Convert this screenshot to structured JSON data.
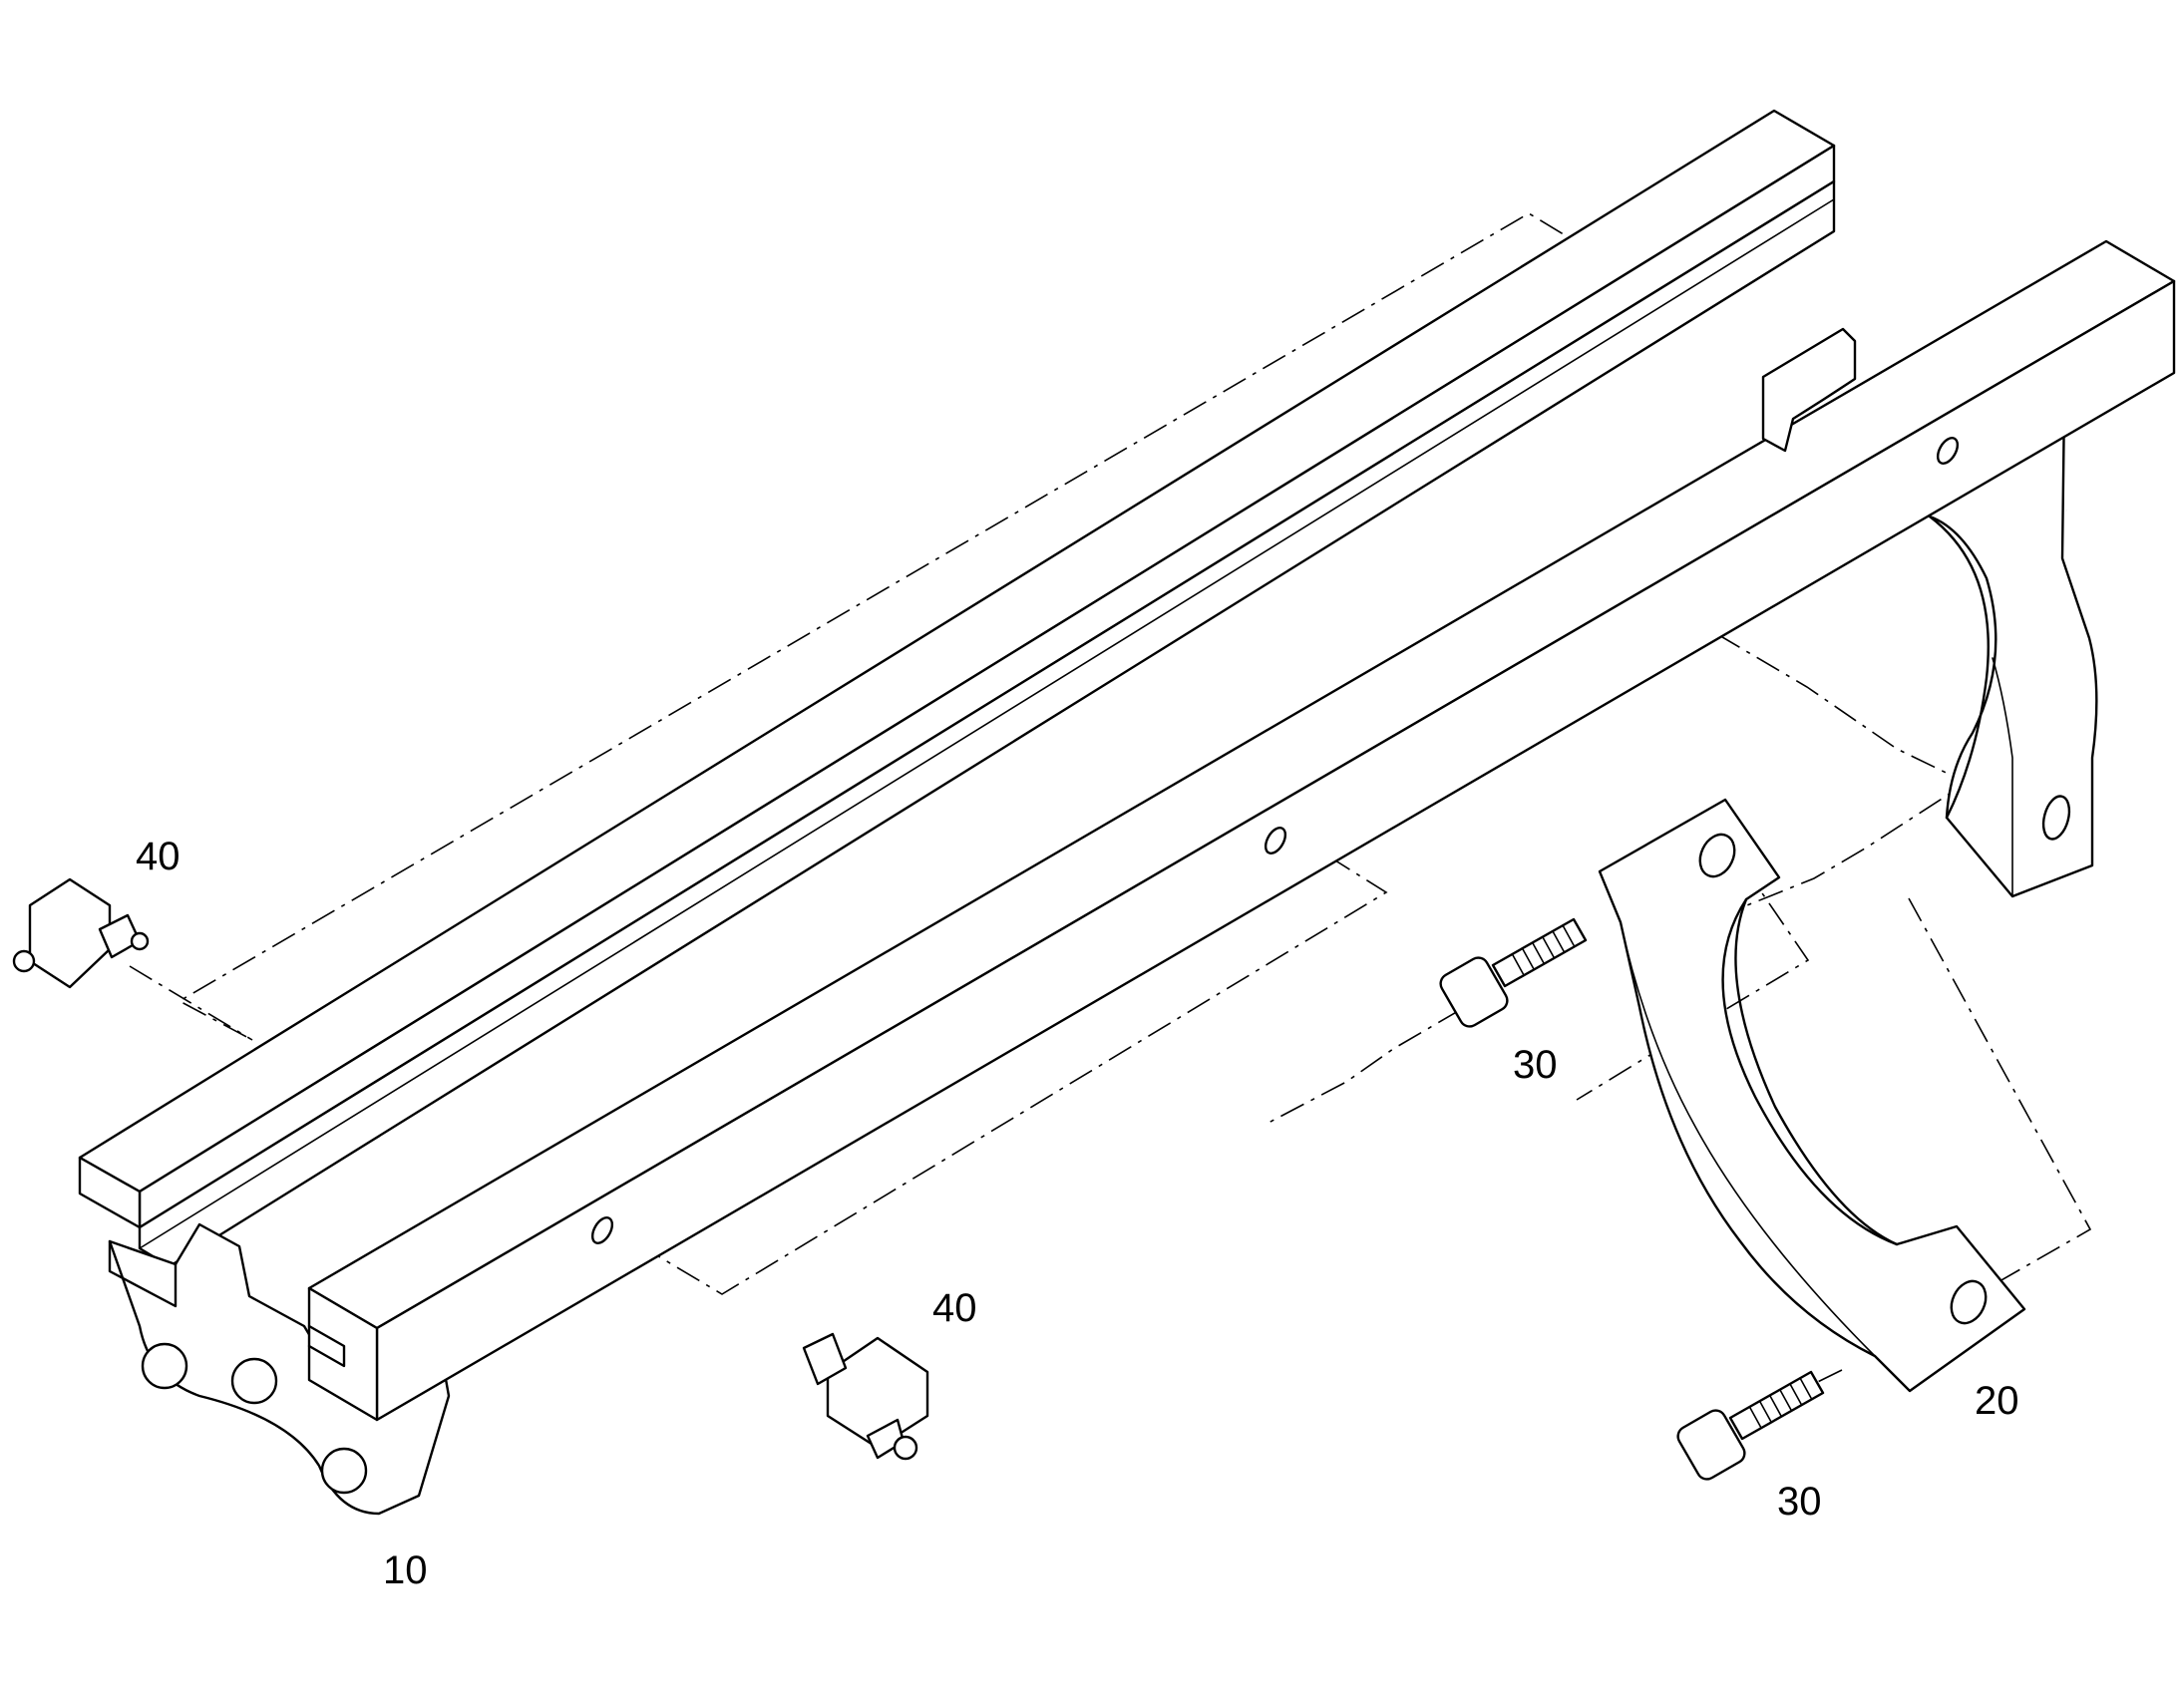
{
  "callouts": {
    "part_10": "10",
    "part_20": "20",
    "part_30_upper": "30",
    "part_30_lower": "30",
    "part_40_left": "40",
    "part_40_center": "40"
  },
  "colors": {
    "line": "#000000",
    "background": "#ffffff"
  }
}
